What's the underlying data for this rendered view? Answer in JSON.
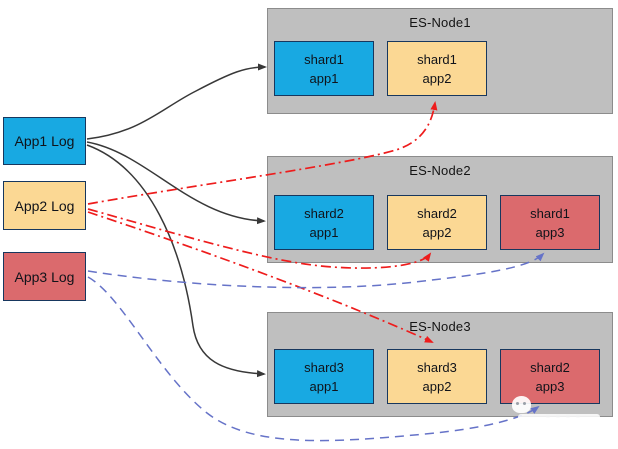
{
  "sources": [
    {
      "label": "App1 Log",
      "color": "#18a9e2"
    },
    {
      "label": "App2 Log",
      "color": "#fbd894"
    },
    {
      "label": "App3 Log",
      "color": "#db6a6d"
    }
  ],
  "nodes": [
    {
      "title": "ES-Node1",
      "shards": [
        {
          "line1": "shard1",
          "line2": "app1",
          "color": "#18a9e2"
        },
        {
          "line1": "shard1",
          "line2": "app2",
          "color": "#fbd894"
        }
      ]
    },
    {
      "title": "ES-Node2",
      "shards": [
        {
          "line1": "shard2",
          "line2": "app1",
          "color": "#18a9e2"
        },
        {
          "line1": "shard2",
          "line2": "app2",
          "color": "#fbd894"
        },
        {
          "line1": "shard1",
          "line2": "app3",
          "color": "#db6a6d"
        }
      ]
    },
    {
      "title": "ES-Node3",
      "shards": [
        {
          "line1": "shard3",
          "line2": "app1",
          "color": "#18a9e2"
        },
        {
          "line1": "shard3",
          "line2": "app2",
          "color": "#fbd894"
        },
        {
          "line1": "shard2",
          "line2": "app3",
          "color": "#db6a6d"
        }
      ]
    }
  ],
  "edges": [
    {
      "from": "App1 Log",
      "to": "ES-Node1 shard1 app1",
      "style": "solid",
      "color": "#383838"
    },
    {
      "from": "App1 Log",
      "to": "ES-Node2 shard2 app1",
      "style": "solid",
      "color": "#383838"
    },
    {
      "from": "App1 Log",
      "to": "ES-Node3 shard3 app1",
      "style": "solid",
      "color": "#383838"
    },
    {
      "from": "App2 Log",
      "to": "ES-Node1 shard1 app2",
      "style": "dash-dot",
      "color": "#ee1c1c"
    },
    {
      "from": "App2 Log",
      "to": "ES-Node2 shard2 app2",
      "style": "dash-dot",
      "color": "#ee1c1c"
    },
    {
      "from": "App2 Log",
      "to": "ES-Node3 shard3 app2",
      "style": "dash-dot",
      "color": "#ee1c1c"
    },
    {
      "from": "App3 Log",
      "to": "ES-Node2 shard1 app3",
      "style": "dashed",
      "color": "#6673c8"
    },
    {
      "from": "App3 Log",
      "to": "ES-Node3 shard2 app3",
      "style": "dashed",
      "color": "#6673c8"
    }
  ],
  "colors": {
    "node_background": "#bfbfbf",
    "node_border": "#8c8c8c",
    "box_border": "#17375e",
    "shard_blue": "#18a9e2",
    "shard_orange": "#fbd894",
    "shard_red": "#db6a6d",
    "edge_black": "#383838",
    "edge_red": "#ee1c1c",
    "edge_blue": "#6673c8"
  }
}
